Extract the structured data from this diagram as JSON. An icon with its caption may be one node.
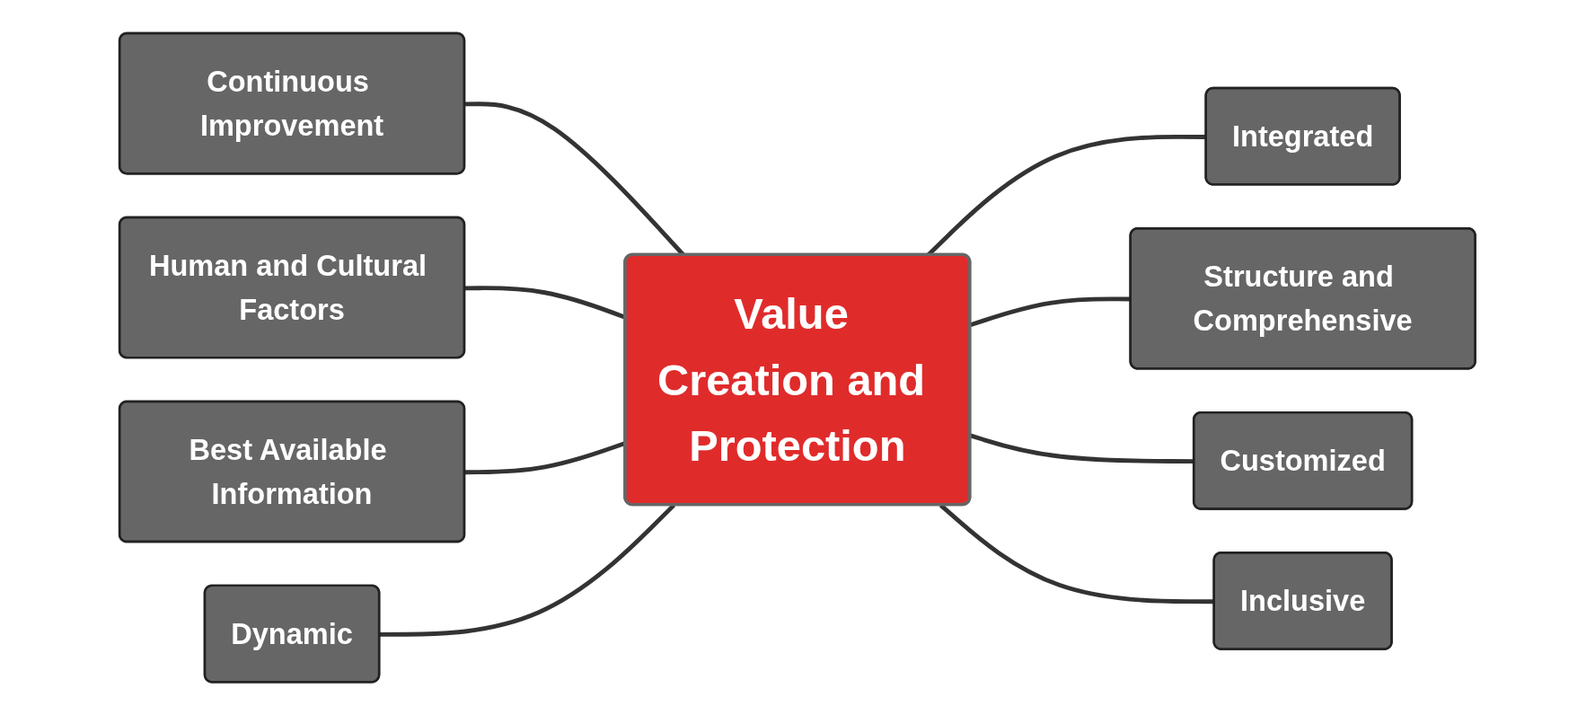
{
  "diagram": {
    "nodes": [
      {
        "text": [
          "Value Creation and Protection"
        ]
      },
      {
        "text": [
          "Continuous Improvement"
        ]
      },
      {
        "text": [
          "Integrated"
        ]
      },
      {
        "text": [
          "Human and Cultural Factors"
        ]
      },
      {
        "text": [
          "Structure and Comprehensive"
        ]
      },
      {
        "text": [
          "Best Available Information"
        ]
      },
      {
        "text": [
          "Customized"
        ]
      },
      {
        "text": [
          "Dynamic"
        ]
      },
      {
        "text": [
          "Inclusive"
        ]
      }
    ],
    "edges": [
      {
        "from": 1,
        "to": 0,
        "arrow": "none"
      },
      {
        "from": 0,
        "to": 2,
        "arrow": "none"
      },
      {
        "from": 3,
        "to": 0,
        "arrow": "none"
      },
      {
        "from": 0,
        "to": 4,
        "arrow": "none"
      },
      {
        "from": 5,
        "to": 0,
        "arrow": "none"
      },
      {
        "from": 0,
        "to": 6,
        "arrow": "none"
      },
      {
        "from": 7,
        "to": 0,
        "arrow": "none"
      },
      {
        "from": 0,
        "to": 8,
        "arrow": "none"
      }
    ]
  }
}
